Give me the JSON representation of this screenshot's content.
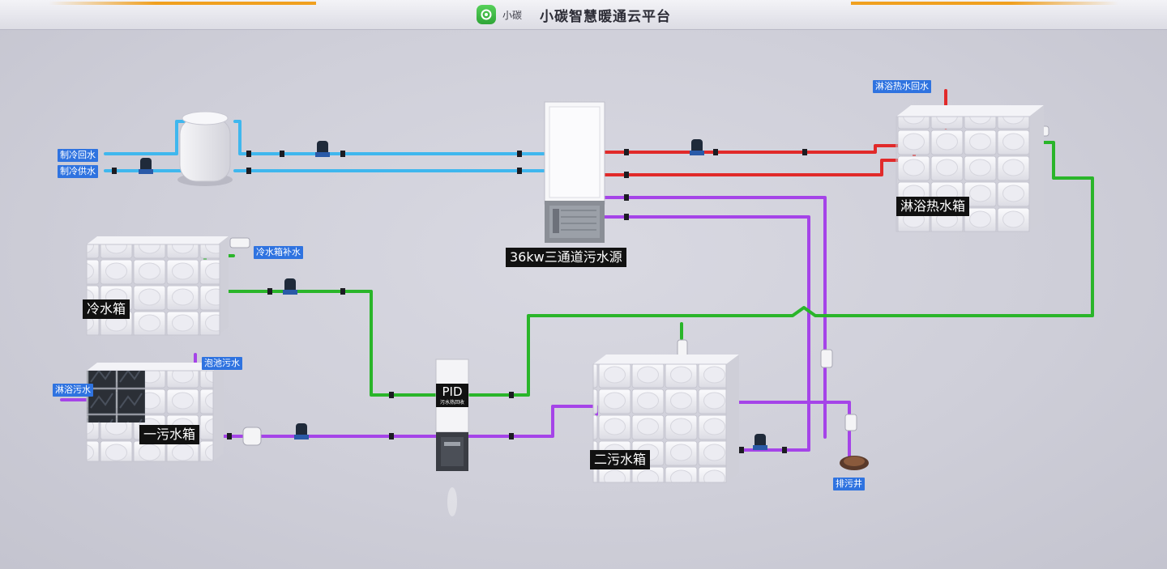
{
  "header": {
    "brand_name": "小碳",
    "title": "小碳智慧暖通云平台"
  },
  "colors": {
    "cold_water": "#3fb7ee",
    "hot_water": "#e12a2a",
    "sewage": "#a544e8",
    "fresh_water": "#2ab52a",
    "tag_bg": "#2f73e0",
    "header_accent": "#f0a020"
  },
  "pipe_tags": {
    "cooling_return": "制冷回水",
    "cooling_supply": "制冷供水",
    "shower_hot_return": "淋浴热水回水",
    "cold_tank_makeup": "冷水箱补水",
    "pool_sewage": "泡池污水",
    "shower_sewage": "淋浴污水",
    "drain_well": "排污井"
  },
  "equipment": {
    "heat_pump": "36kw三通道污水源",
    "hot_tank": "淋浴热水箱",
    "cold_tank": "冷水箱",
    "sewage_tank_1": "一污水箱",
    "sewage_tank_2": "二污水箱",
    "pid_title": "PID",
    "pid_subtitle": "污水热回收"
  }
}
